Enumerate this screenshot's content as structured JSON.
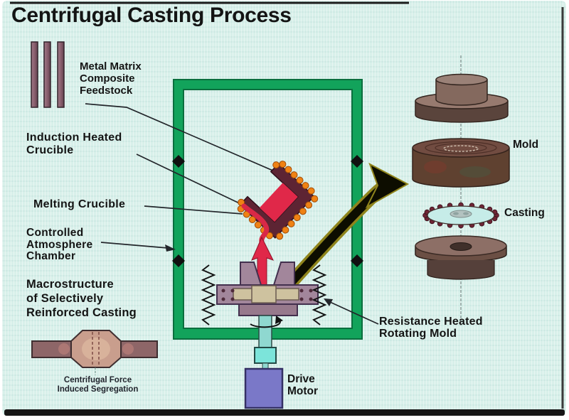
{
  "title": "Centrifugal Casting Process",
  "labels": {
    "feedstock": "Metal Matrix\nComposite\nFeedstock",
    "induction": "Induction Heated\nCrucible",
    "melting": "Melting Crucible",
    "chamber": "Controlled\nAtmosphere\nChamber",
    "macrostructure": "Macrostructure\nof Selectively\nReinforced Casting",
    "segregation": "Centrifugal Force\nInduced Segregation",
    "resistance": "Resistance Heated\nRotating Mold",
    "drive_motor": "Drive\nMotor",
    "mold": "Mold",
    "casting": "Casting"
  },
  "icons": {
    "transfer_arrow": "curved-black-arrow",
    "rotation_arrow": "circular-rotation-arrow",
    "spring_heater": "zigzag-resistance-coil",
    "diamond_marker": "black-diamond",
    "induction_coils": "orange-coil-dots",
    "pour_stream": "red-melt-stream"
  },
  "colors": {
    "background": "#d8f0ea",
    "chamber_green": "#12a35b",
    "chamber_green_dark": "#0b6e3e",
    "melt_red": "#e02849",
    "coil_orange": "#ef8214",
    "motor_purple": "#7a78c8",
    "shaft_cyan": "#8fd8d0",
    "mold_mauve": "#a2869b",
    "crucible_maroon": "#5d2433",
    "mold_brown": "#6b4f44",
    "casting_cyan": "#c6ece8",
    "text": "#141414"
  }
}
